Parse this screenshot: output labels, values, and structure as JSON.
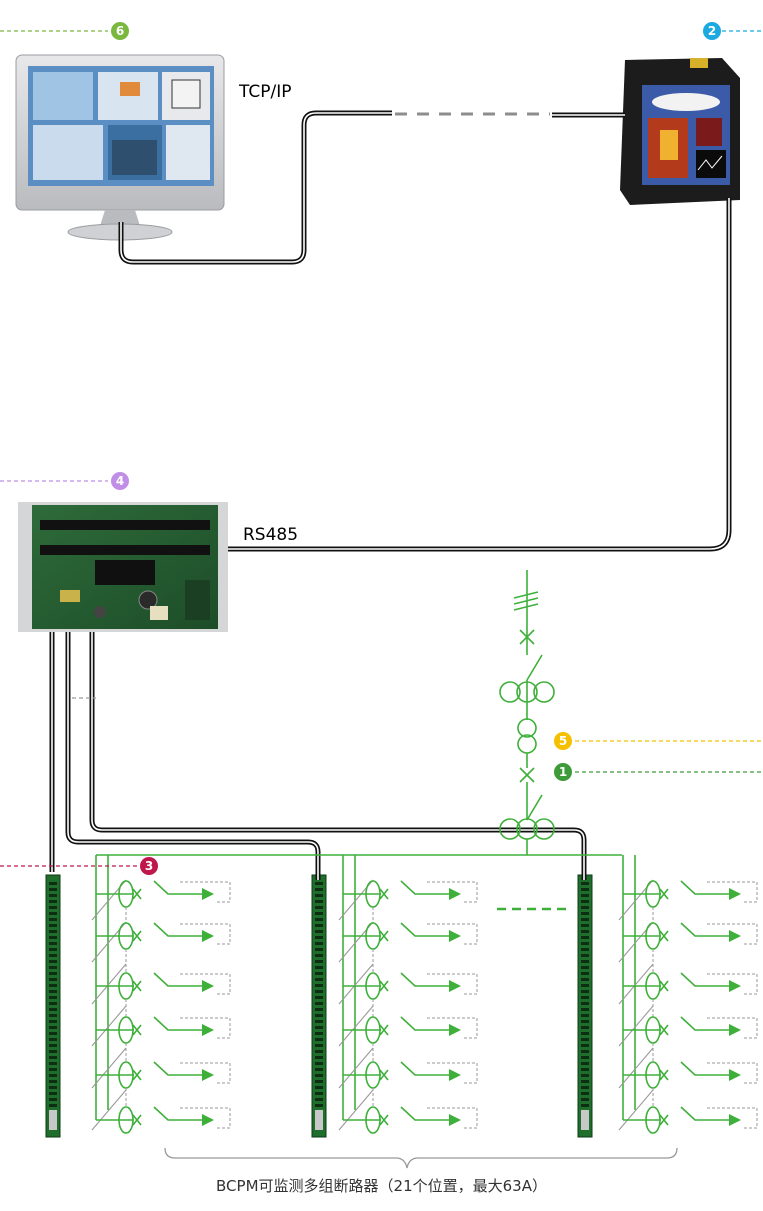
{
  "labels": {
    "tcpip": "TCP/IP",
    "rs485": "RS485",
    "caption": "BCPM可监测多组断路器（21个位置，最大63A）"
  },
  "badges": [
    {
      "name": "badge-6",
      "text": "6",
      "color": "#7ab840"
    },
    {
      "name": "badge-2",
      "text": "2",
      "color": "#1ba9e1"
    },
    {
      "name": "badge-4",
      "text": "4",
      "color": "#c08ee6"
    },
    {
      "name": "badge-5",
      "text": "5",
      "color": "#f5c000"
    },
    {
      "name": "badge-1",
      "text": "1",
      "color": "#3e9b3a"
    },
    {
      "name": "badge-3",
      "text": "3",
      "color": "#c0174b"
    }
  ],
  "colors": {
    "circuit_green": "#3eb03a",
    "cable_black": "#111111",
    "dash_grey": "#9a9a9a",
    "dash_red": "#c0174b"
  },
  "icons": [
    "monitor-icon",
    "hmi-touchscreen-icon",
    "bcpm-board-icon",
    "current-sensor-strip-icon"
  ]
}
